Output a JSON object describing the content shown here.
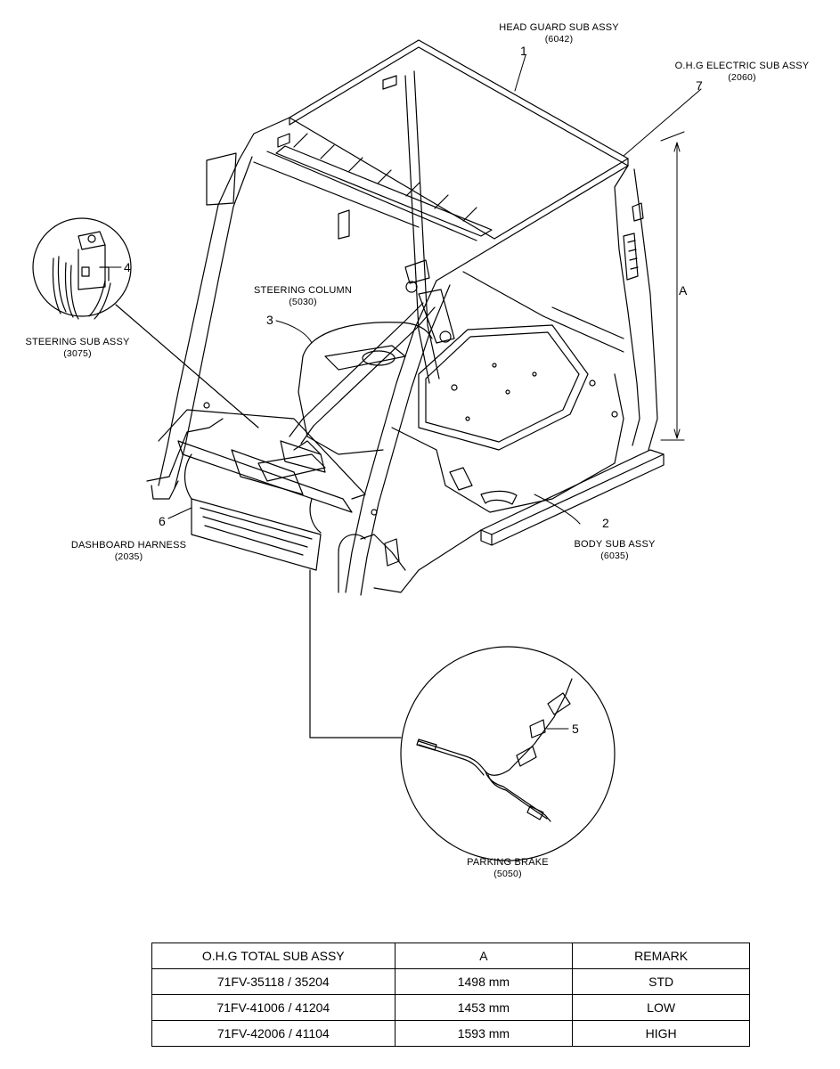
{
  "labels": {
    "head_guard": {
      "num": "1",
      "title": "HEAD GUARD SUB ASSY",
      "code": "(6042)"
    },
    "body": {
      "num": "2",
      "title": "BODY SUB ASSY",
      "code": "(6035)"
    },
    "steering_column": {
      "num": "3",
      "title": "STEERING COLUMN",
      "code": "(5030)"
    },
    "steering_sub": {
      "num": "4",
      "title": "STEERING SUB ASSY",
      "code": "(3075)"
    },
    "parking_brake": {
      "num": "5",
      "title": "PARKING BRAKE",
      "code": "(5050)"
    },
    "dashboard_harness": {
      "num": "6",
      "title": "DASHBOARD HARNESS",
      "code": "(2035)"
    },
    "ohg_electric": {
      "num": "7",
      "title": "O.H.G ELECTRIC SUB ASSY",
      "code": "(2060)"
    }
  },
  "dimension": {
    "label": "A"
  },
  "table": {
    "headers": [
      "O.H.G TOTAL SUB ASSY",
      "A",
      "REMARK"
    ],
    "rows": [
      [
        "71FV-35118 / 35204",
        "1498 mm",
        "STD"
      ],
      [
        "71FV-41006 / 41204",
        "1453 mm",
        "LOW"
      ],
      [
        "71FV-42006 / 41104",
        "1593 mm",
        "HIGH"
      ]
    ]
  }
}
